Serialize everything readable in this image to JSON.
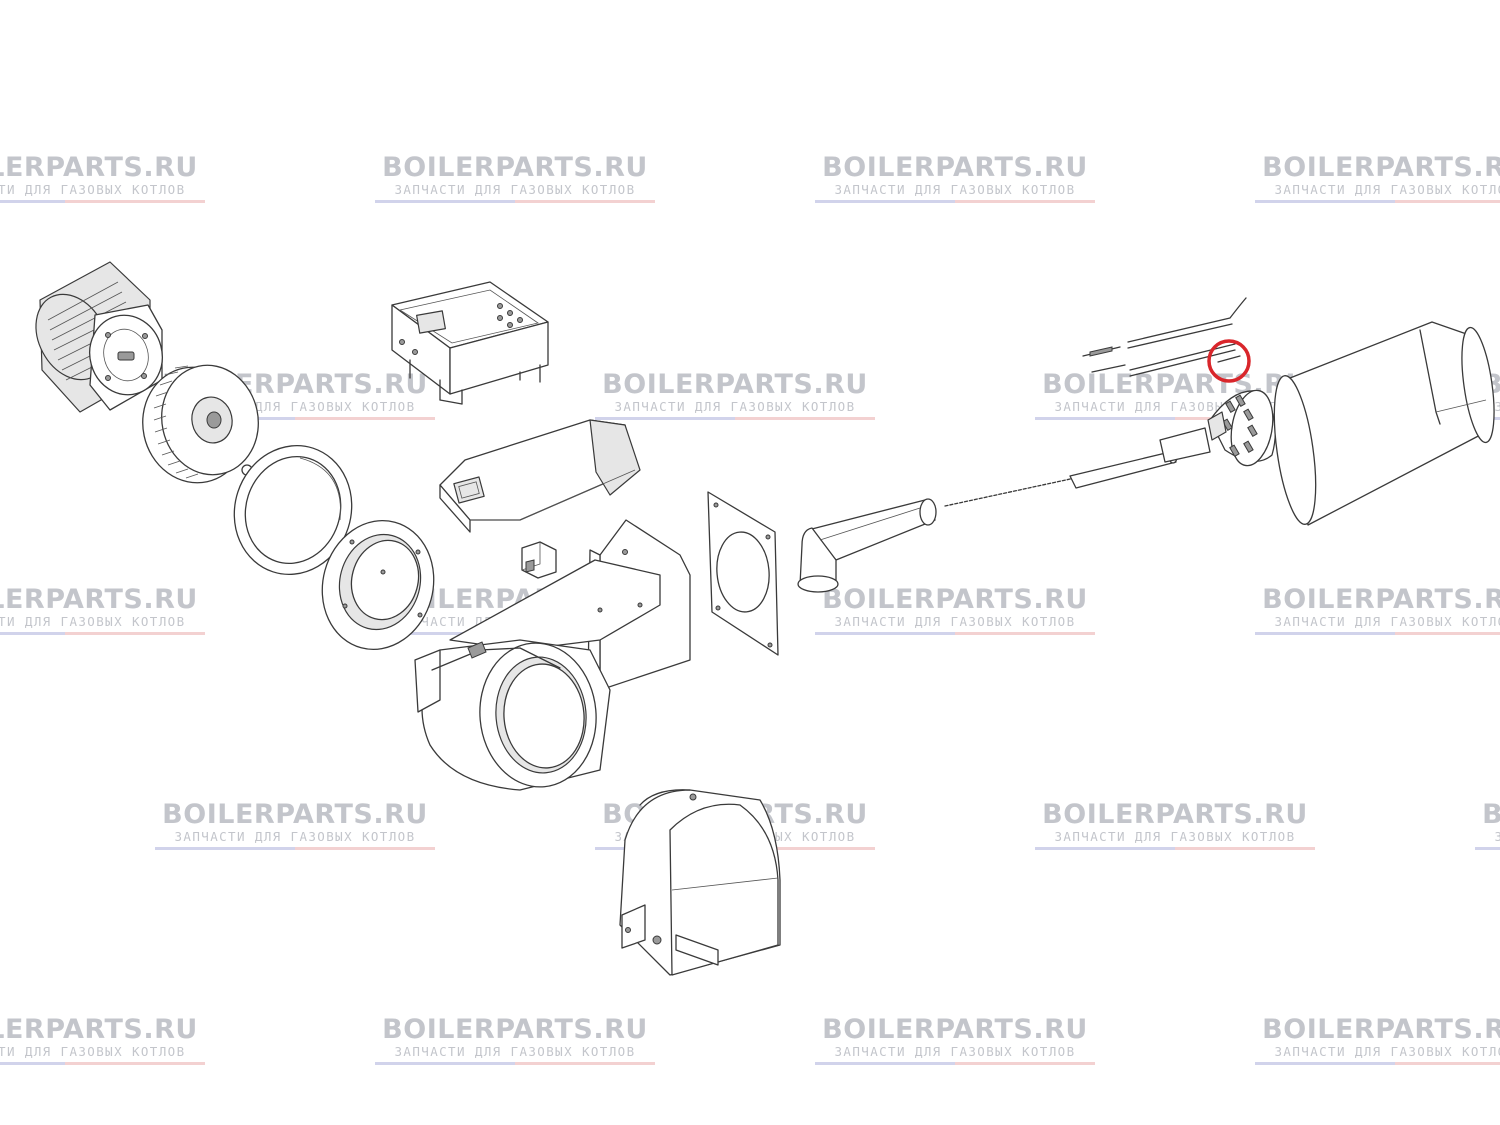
{
  "watermark": {
    "brand": "BOILERPARTS.RU",
    "tagline": "ЗАПЧАСТИ ДЛЯ ГАЗОВЫХ КОТЛОВ",
    "text_color": "#b9bcc3",
    "stripe_colors": [
      "#c9cce8",
      "#f2c9c9"
    ]
  },
  "diagram": {
    "type": "exploded-parts-view",
    "highlight": {
      "part": "ignition-electrode",
      "color": "#d9262b"
    },
    "parts": [
      "fan-motor",
      "fan-impeller",
      "air-intake-gasket-ring",
      "flange-plate",
      "electrical-junction-box",
      "control-unit-cover",
      "small-connector-block",
      "burner-fan-housing",
      "boiler-mounting-flange",
      "gas-elbow-pipe",
      "gas-lance-rod",
      "ionisation-electrode",
      "ignition-electrode",
      "flame-head-swirler",
      "blast-tube",
      "air-intake-hood"
    ]
  }
}
